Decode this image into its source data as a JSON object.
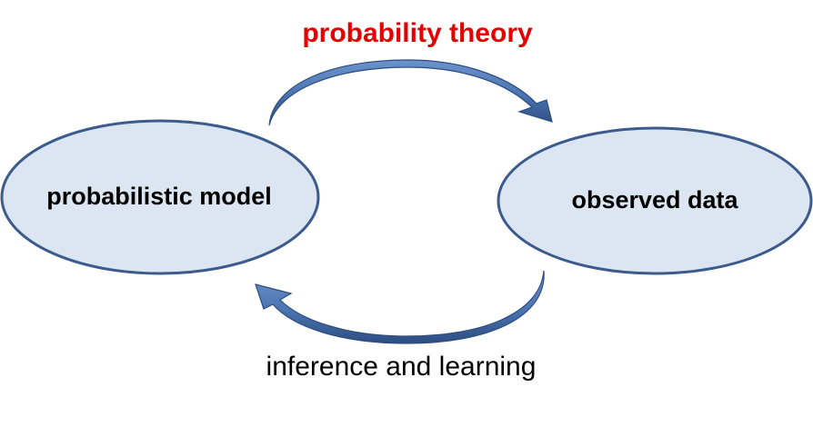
{
  "diagram": {
    "top_label": "probability theory",
    "bottom_label": "inference and learning",
    "left_node": "probabilistic model",
    "right_node": "observed data",
    "colors": {
      "top_label": "#e60000",
      "node_fill": "#dce6f2",
      "node_stroke": "#3b5b8c",
      "arrow_fill": "#4a73b0",
      "arrow_dark": "#2d4d80",
      "text": "#000000"
    }
  }
}
